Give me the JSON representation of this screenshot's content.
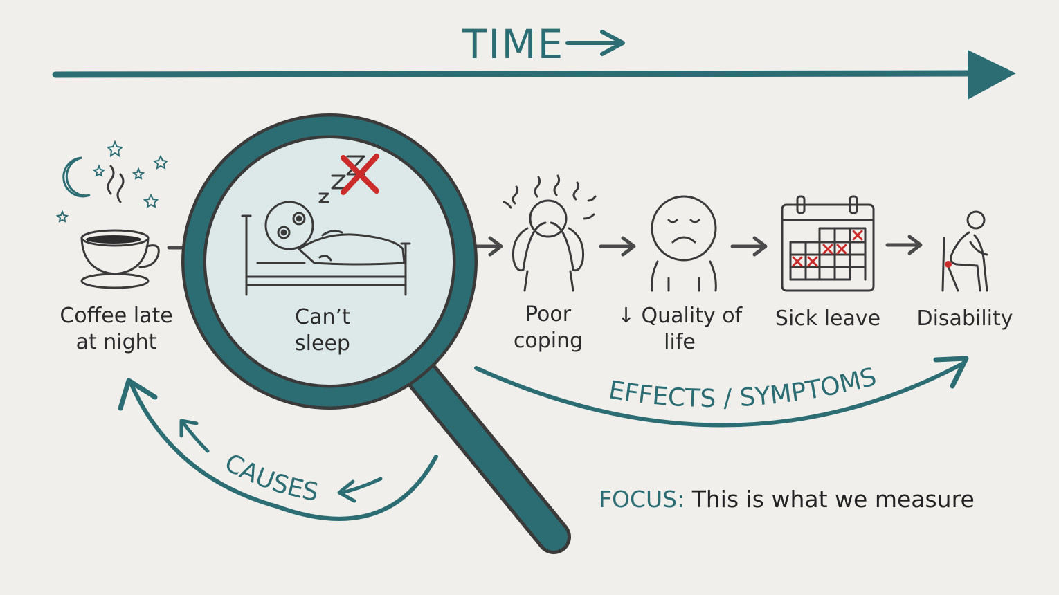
{
  "time_label": "TIME",
  "stages": [
    {
      "line1": "Coffee late",
      "line2": "at night",
      "icon": "coffee-cup-icon"
    },
    {
      "line1": "Can’t",
      "line2": "sleep",
      "icon": "sleepless-in-bed-icon"
    },
    {
      "line1": "Poor",
      "line2": "coping",
      "icon": "stressed-person-icon"
    },
    {
      "line1": "↓ Quality of",
      "line2": "life",
      "icon": "sad-face-icon"
    },
    {
      "line1": "Sick leave",
      "line2": "",
      "icon": "calendar-icon"
    },
    {
      "line1": "Disability",
      "line2": "",
      "icon": "seated-person-icon"
    }
  ],
  "effects_label": "EFFECTS / SYMPTOMS",
  "causes_label": "CAUSES",
  "focus": {
    "keyword": "FOCUS:",
    "text": " This is what we measure"
  },
  "colors": {
    "accent": "#2c6d73",
    "ink": "#3a3a3a",
    "lens_fill": "#dde9e9",
    "mark": "#cc2b2b",
    "background": "#f0efeb"
  }
}
